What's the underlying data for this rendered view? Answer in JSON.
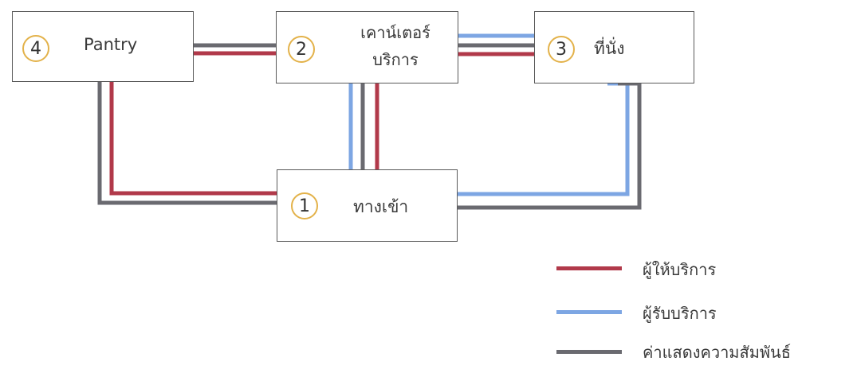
{
  "colors": {
    "provider": "#b1394a",
    "receiver": "#7da6e3",
    "relation": "#6a6a70",
    "box_border": "#5a5a5a",
    "number_circle": "#e3b24a"
  },
  "nodes": [
    {
      "number": "4",
      "label": "Pantry"
    },
    {
      "number": "2",
      "label_line1": "เคาน์เตอร์",
      "label_line2": "บริการ"
    },
    {
      "number": "3",
      "label": "ที่นั่ง"
    },
    {
      "number": "1",
      "label": "ทางเข้า"
    }
  ],
  "legend": [
    {
      "key": "provider",
      "label": "ผู้ให้บริการ"
    },
    {
      "key": "receiver",
      "label": "ผู้รับบริการ"
    },
    {
      "key": "relation",
      "label": "ค่าแสดงความสัมพันธ์"
    }
  ]
}
